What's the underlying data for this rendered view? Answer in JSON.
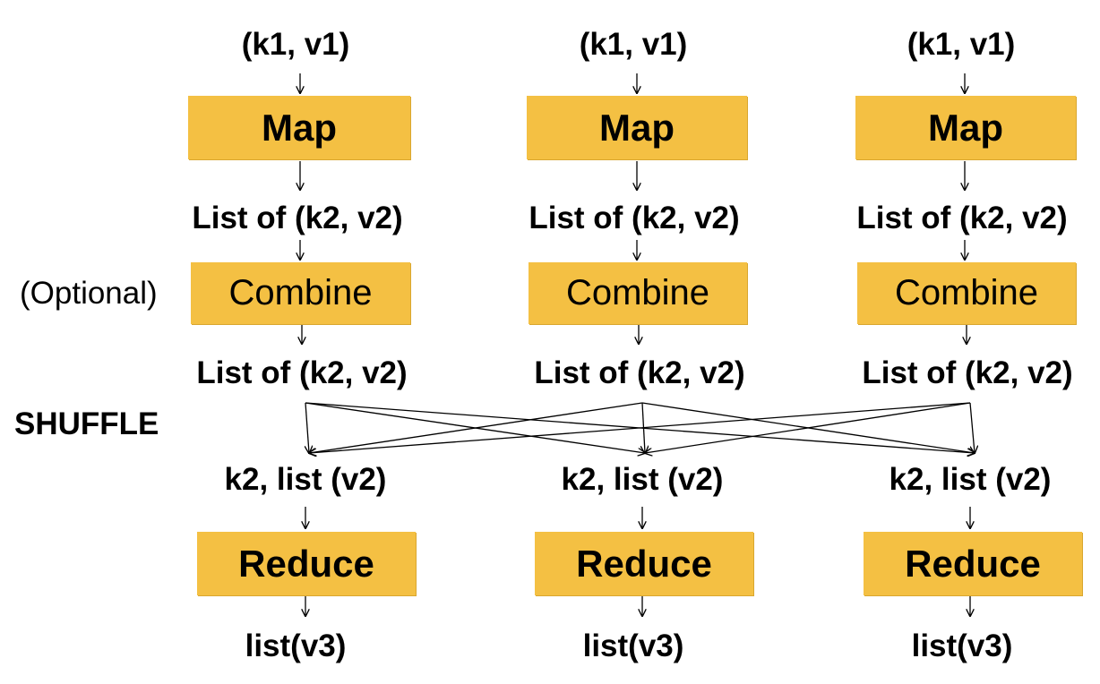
{
  "columns": [
    {
      "input": "(k1, v1)",
      "map": "Map",
      "map_out": "List of (k2, v2)",
      "combine": "Combine",
      "combine_out": "List of (k2, v2)",
      "reduce_in": "k2, list (v2)",
      "reduce": "Reduce",
      "output": "list(v3)"
    },
    {
      "input": "(k1, v1)",
      "map": "Map",
      "map_out": "List of (k2, v2)",
      "combine": "Combine",
      "combine_out": "List of (k2, v2)",
      "reduce_in": "k2, list (v2)",
      "reduce": "Reduce",
      "output": "list(v3)"
    },
    {
      "input": "(k1, v1)",
      "map": "Map",
      "map_out": "List of (k2, v2)",
      "combine": "Combine",
      "combine_out": "List of (k2, v2)",
      "reduce_in": "k2, list (v2)",
      "reduce": "Reduce",
      "output": "list(v3)"
    }
  ],
  "labels": {
    "optional": "(Optional)",
    "shuffle": "SHUFFLE"
  },
  "colors": {
    "box_fill": "#f4c043",
    "arrow": "#000000"
  }
}
